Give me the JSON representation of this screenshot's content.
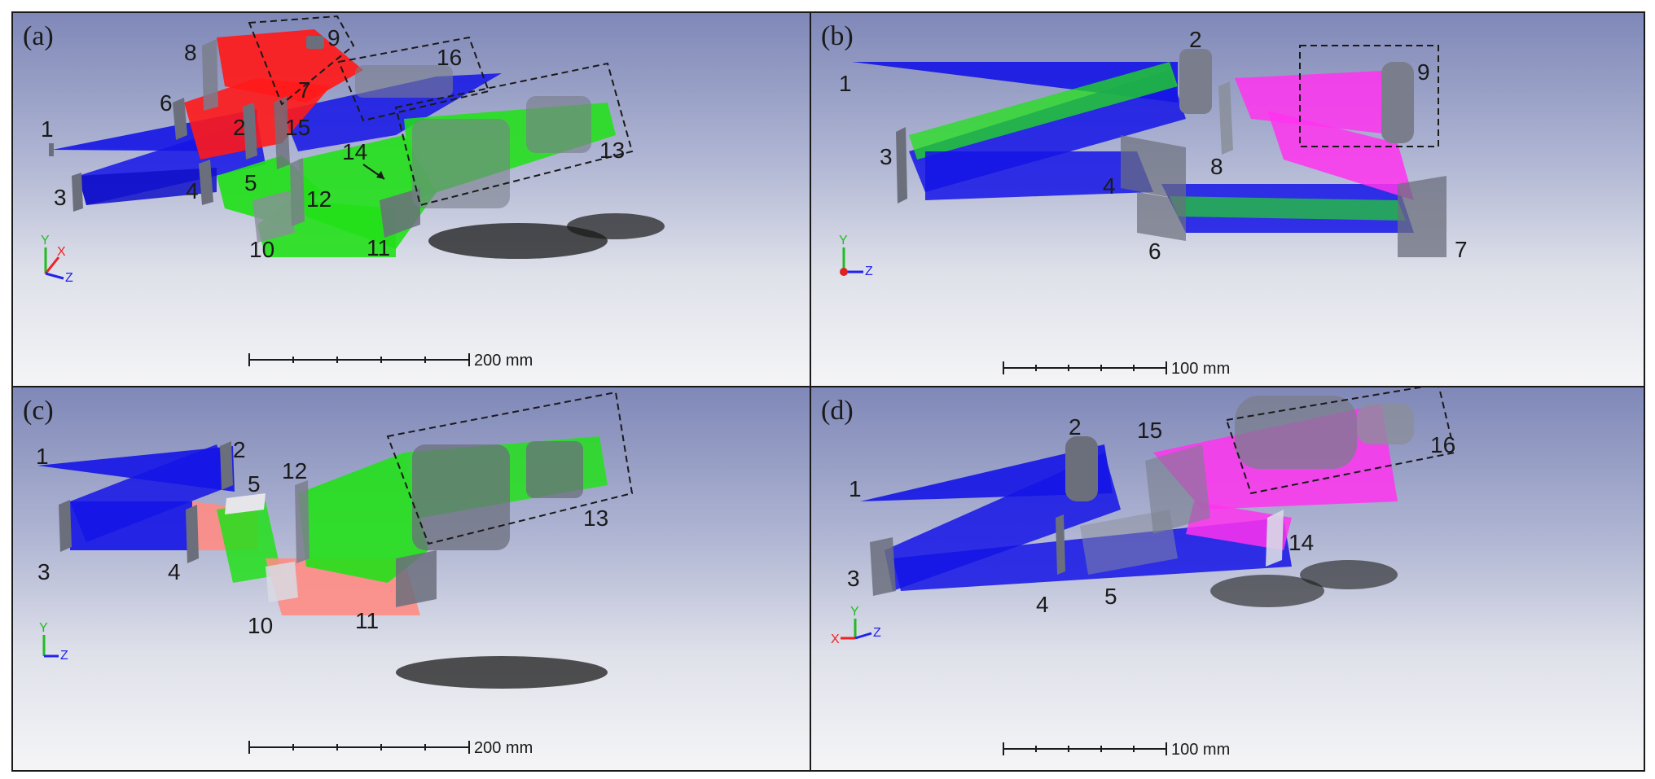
{
  "panels": [
    {
      "label": "(a)",
      "components": [
        "1",
        "2",
        "3",
        "4",
        "5",
        "6",
        "7",
        "8",
        "9",
        "10",
        "11",
        "12",
        "13",
        "14",
        "15",
        "16"
      ],
      "scale_bar": "200 mm",
      "axes": [
        "Y",
        "X",
        "Z"
      ]
    },
    {
      "label": "(b)",
      "components": [
        "1",
        "2",
        "3",
        "4",
        "6",
        "7",
        "8",
        "9"
      ],
      "scale_bar": "100 mm",
      "axes": [
        "Y",
        "Z"
      ]
    },
    {
      "label": "(c)",
      "components": [
        "1",
        "2",
        "3",
        "4",
        "5",
        "10",
        "11",
        "12",
        "13"
      ],
      "scale_bar": "200 mm",
      "axes": [
        "Y",
        "Z"
      ]
    },
    {
      "label": "(d)",
      "components": [
        "1",
        "2",
        "3",
        "4",
        "5",
        "14",
        "15",
        "16"
      ],
      "scale_bar": "100 mm",
      "axes": [
        "Y",
        "X",
        "Z"
      ]
    }
  ],
  "colors": {
    "blue_beam": "#1414e6",
    "green_beam": "#22e01a",
    "red_beam": "#ff1a1a",
    "magenta_beam": "#ff33ee",
    "salmon_beam": "#ff8c84",
    "optic_gray": "#707482"
  }
}
